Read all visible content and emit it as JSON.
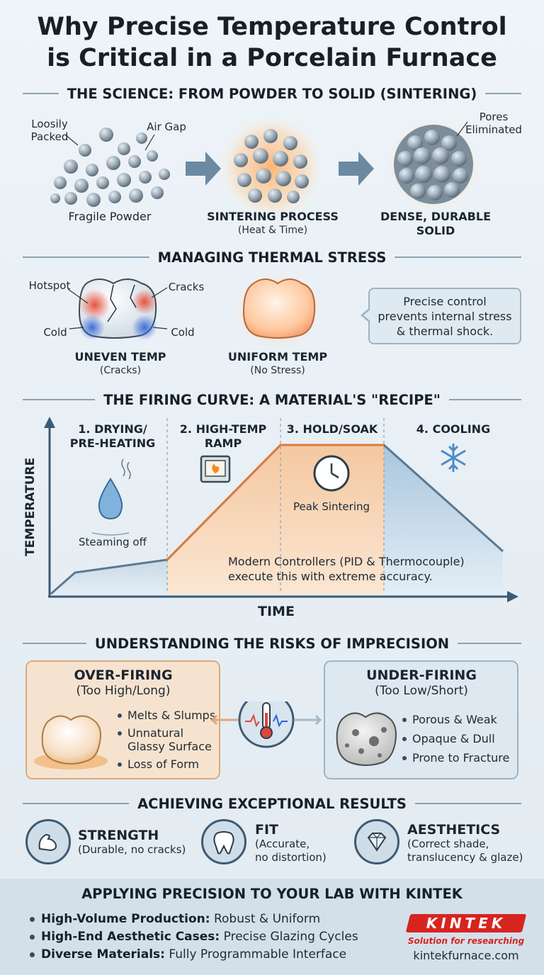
{
  "title_line1": "Why Precise Temperature Control",
  "title_line2": "is Critical in a Porcelain Furnace",
  "sections": {
    "science": "THE SCIENCE: FROM POWDER TO SOLID (SINTERING)",
    "stress": "MANAGING THERMAL STRESS",
    "curve": "THE FIRING CURVE: A MATERIAL'S \"RECIPE\"",
    "risks": "UNDERSTANDING THE RISKS OF IMPRECISION",
    "results": "ACHIEVING EXCEPTIONAL RESULTS"
  },
  "science": {
    "loosely_packed_1": "Loosily",
    "loosely_packed_2": "Packed",
    "air_gap": "Air Gap",
    "pores_1": "Pores",
    "pores_2": "Eliminated",
    "stage1": "Fragile Powder",
    "stage2": "SINTERING PROCESS",
    "stage2_sub": "(Heat & Time)",
    "stage3_1": "DENSE, DURABLE",
    "stage3_2": "SOLID"
  },
  "stress": {
    "hotspot": "Hotspot",
    "cracks": "Cracks",
    "cold_left": "Cold",
    "cold_right": "Cold",
    "uneven": "UNEVEN TEMP",
    "uneven_sub": "(Cracks)",
    "uniform": "UNIFORM TEMP",
    "uniform_sub": "(No Stress)",
    "callout_1": "Precise control",
    "callout_2": "prevents internal stress",
    "callout_3": "& thermal shock."
  },
  "curve": {
    "phase1_1": "1. DRYING/",
    "phase1_2": "PRE-HEATING",
    "phase2_1": "2. HIGH-TEMP",
    "phase2_2": "RAMP",
    "phase3": "3. HOLD/SOAK",
    "phase4": "4. COOLING",
    "steaming": "Steaming off",
    "peak": "Peak Sintering",
    "controllers_1": "Modern Controllers (PID & Thermocouple)",
    "controllers_2": "execute this with extreme accuracy.",
    "y_label": "TEMPERATURE",
    "x_label": "TIME"
  },
  "risks": {
    "over_title": "OVER-FIRING",
    "over_sub": "(Too High/Long)",
    "over_items": [
      "Melts & Slumps",
      "Unnatural Glassy Surface",
      "Loss of Form"
    ],
    "under_title": "UNDER-FIRING",
    "under_sub": "(Too Low/Short)",
    "under_items": [
      "Porous & Weak",
      "Opaque & Dull",
      "Prone to Fracture"
    ]
  },
  "results": {
    "strength": "STRENGTH",
    "strength_sub": "(Durable, no cracks)",
    "fit": "FIT",
    "fit_sub_1": "(Accurate,",
    "fit_sub_2": "no distortion)",
    "aesthetics": "AESTHETICS",
    "aes_sub_1": "(Correct shade,",
    "aes_sub_2": "translucency & glaze)"
  },
  "footer": {
    "title": "APPLYING PRECISION TO YOUR LAB WITH KINTEK",
    "items": [
      {
        "bold": "High-Volume Production:",
        "text": " Robust & Uniform"
      },
      {
        "bold": "High-End Aesthetic Cases:",
        "text": " Precise Glazing Cycles"
      },
      {
        "bold": "Diverse Materials:",
        "text": " Fully Programmable Interface"
      }
    ],
    "brand": "KINTEK",
    "tagline": "Solution for researching",
    "url": "kintekfurnace.com"
  }
}
